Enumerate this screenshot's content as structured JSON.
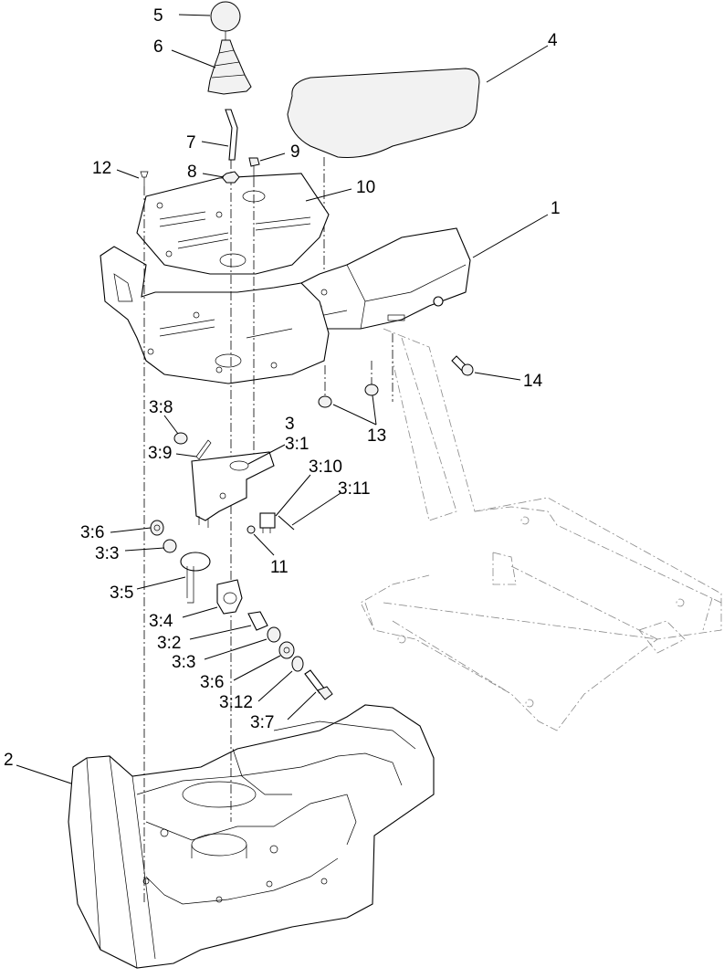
{
  "callouts": [
    {
      "id": "c1",
      "text": "1"
    },
    {
      "id": "c2",
      "text": "2"
    },
    {
      "id": "c3",
      "text": "3"
    },
    {
      "id": "c31",
      "text": "3:1"
    },
    {
      "id": "c32",
      "text": "3:2"
    },
    {
      "id": "c33a",
      "text": "3:3"
    },
    {
      "id": "c33b",
      "text": "3:3"
    },
    {
      "id": "c34",
      "text": "3:4"
    },
    {
      "id": "c35",
      "text": "3:5"
    },
    {
      "id": "c36a",
      "text": "3:6"
    },
    {
      "id": "c36b",
      "text": "3:6"
    },
    {
      "id": "c37",
      "text": "3:7"
    },
    {
      "id": "c38",
      "text": "3:8"
    },
    {
      "id": "c39",
      "text": "3:9"
    },
    {
      "id": "c310",
      "text": "3:10"
    },
    {
      "id": "c311",
      "text": "3:11"
    },
    {
      "id": "c312",
      "text": "3:12"
    },
    {
      "id": "c4",
      "text": "4"
    },
    {
      "id": "c5",
      "text": "5"
    },
    {
      "id": "c6",
      "text": "6"
    },
    {
      "id": "c7",
      "text": "7"
    },
    {
      "id": "c8",
      "text": "8"
    },
    {
      "id": "c9",
      "text": "9"
    },
    {
      "id": "c10",
      "text": "10"
    },
    {
      "id": "c11",
      "text": "11"
    },
    {
      "id": "c12",
      "text": "12"
    },
    {
      "id": "c13",
      "text": "13"
    },
    {
      "id": "c14",
      "text": "14"
    }
  ]
}
